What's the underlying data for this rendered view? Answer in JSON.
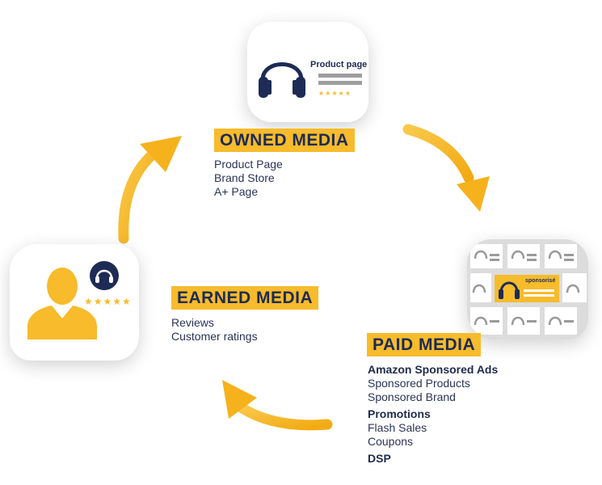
{
  "owned": {
    "title": "OWNED MEDIA",
    "items": [
      "Product Page",
      "Brand Store",
      "A+ Page"
    ],
    "card_label": "Product page",
    "card_stars": "★★★★★"
  },
  "paid": {
    "title": "PAID MEDIA",
    "groups": [
      {
        "heading": "Amazon Sponsored Ads",
        "items": [
          "Sponsored Products",
          "Sponsored Brand"
        ]
      },
      {
        "heading": "Promotions",
        "items": [
          "Flash Sales",
          "Coupons"
        ]
      },
      {
        "heading": "DSP",
        "items": []
      }
    ],
    "card_label": "sponsorisé"
  },
  "earned": {
    "title": "EARNED MEDIA",
    "items": [
      "Reviews",
      "Customer ratings"
    ],
    "card_stars": "★★★★★"
  },
  "colors": {
    "accent": "#f7bb2b",
    "navy": "#1d2b55",
    "text": "#2a3358"
  },
  "icons": [
    "headphones-icon",
    "user-icon",
    "headset-badge-icon",
    "cycle-arrow-icon"
  ]
}
